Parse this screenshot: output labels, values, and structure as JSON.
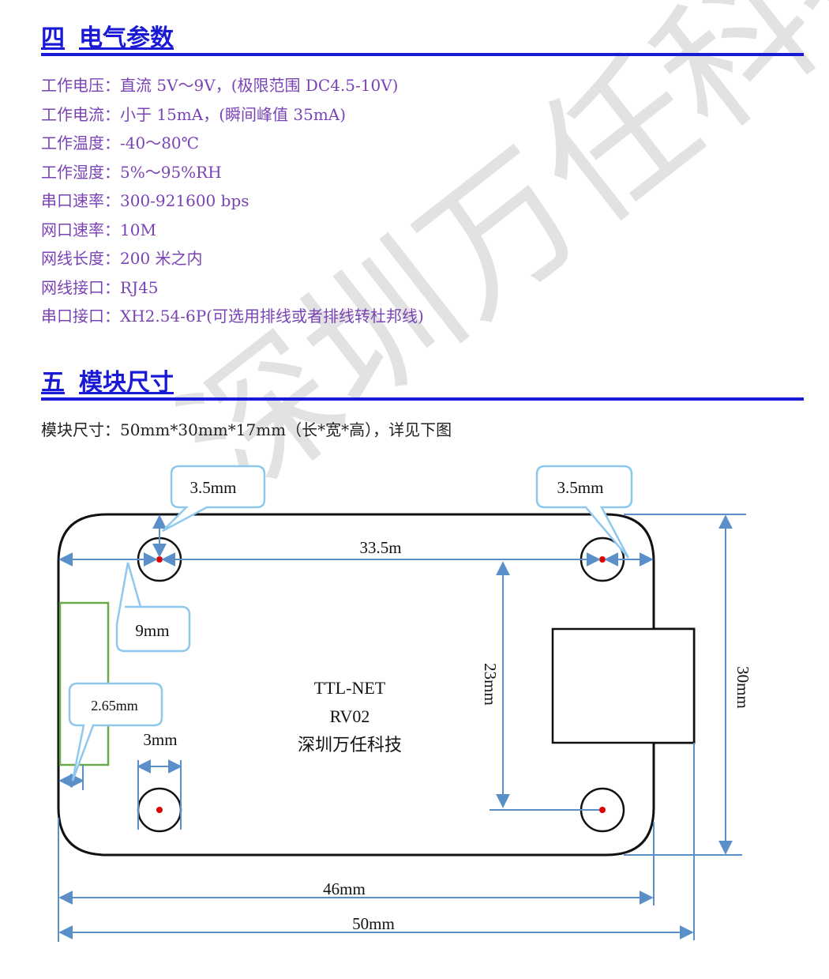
{
  "watermark": {
    "text": "深圳万任科技",
    "color": "#d6d6d6"
  },
  "section4": {
    "number": "四",
    "title": "电气参数",
    "params": [
      "工作电压：直流 5V～9V，(极限范围 DC4.5-10V)",
      "工作电流：小于 15mA，(瞬间峰值 35mA)",
      "工作温度：-40～80℃",
      "工作湿度：5%～95%RH",
      "串口速率：300-921600 bps",
      "网口速率：10M",
      "网线长度：200 米之内",
      "网线接口：RJ45",
      "串口接口：XH2.54-6P(可选用排线或者排线转杜邦线)"
    ]
  },
  "section5": {
    "number": "五",
    "title": "模块尺寸",
    "description": "模块尺寸：50mm*30mm*17mm（长*宽*高），详见下图"
  },
  "diagram": {
    "center_labels": [
      "TTL-NET",
      "RV02",
      "深圳万任科技"
    ],
    "callouts": {
      "top_left": "3.5mm",
      "top_right": "3.5mm",
      "left_offset": "9mm",
      "connector_offset": "2.65mm"
    },
    "dimensions": {
      "hole_spacing_horizontal": "33.5m",
      "hole_spacing_vertical": "23mm",
      "width_total": "30mm",
      "hole_diameter": "3mm",
      "length_board": "46mm",
      "length_total": "50mm"
    },
    "colors": {
      "outline": "#111111",
      "dimension_line": "#5b8fc9",
      "callout_border": "#8fc8ee",
      "connector": "#6aaa4a",
      "hole_center": "#e00000"
    }
  }
}
